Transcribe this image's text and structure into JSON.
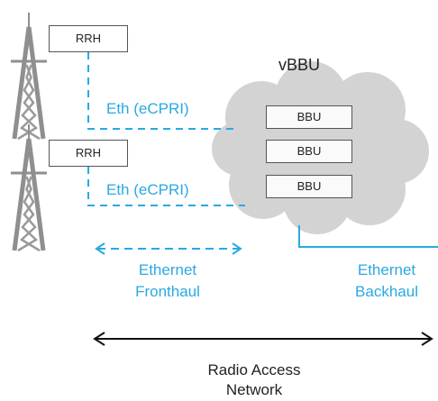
{
  "title": "vBBU",
  "sites": [
    {
      "rrh_label": "RRH",
      "link_label": "Eth (eCPRI)"
    },
    {
      "rrh_label": "RRH",
      "link_label": "Eth (eCPRI)"
    }
  ],
  "bbu_units": [
    "BBU",
    "BBU",
    "BBU"
  ],
  "fronthaul": {
    "line1": "Ethernet",
    "line2": "Fronthaul"
  },
  "backhaul": {
    "line1": "Ethernet",
    "line2": "Backhaul"
  },
  "ran": {
    "line1": "Radio Access",
    "line2": "Network"
  },
  "colors": {
    "link": "#29a9e1",
    "cloud": "#d3d3d3",
    "tower": "#8f8f8f",
    "box_border": "#555555"
  },
  "icons": [
    "cell-tower-icon",
    "cloud-icon",
    "double-arrow-icon"
  ]
}
